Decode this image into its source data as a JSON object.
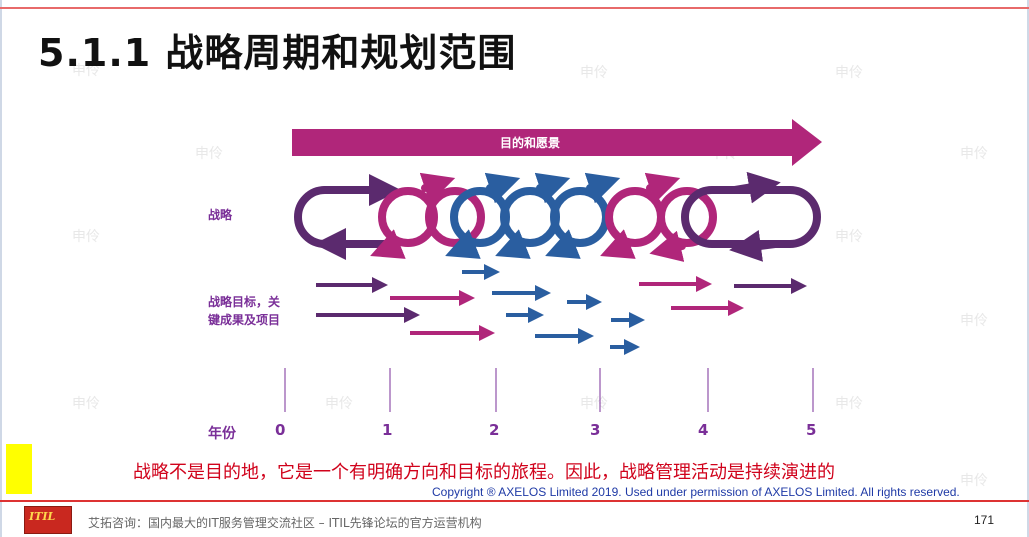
{
  "title": "5.1.1 战略周期和规划范围",
  "vision_label": "目的和愿景",
  "strategy_label": "战略",
  "objectives_label_line1": "战略目标，关",
  "objectives_label_line2": "键成果及项目",
  "year_label": "年份",
  "year_ticks": [
    "0",
    "1",
    "2",
    "3",
    "4",
    "5"
  ],
  "statement": "战略不是目的地，它是一个有明确方向和目标的旅程。因此，战略管理活动是持续演进的",
  "copyright": "Copyright ® AXELOS Limited 2019. Used under permission of AXELOS Limited. All rights reserved.",
  "footer": "艾拓咨询：国内最大的IT服务管理交流社区 – ITIL先锋论坛的官方运营机构",
  "page_number": "171",
  "logo_text": "ITIL",
  "watermark": "申伶",
  "colors": {
    "purple": "#5b2a6e",
    "magenta": "#b0267a",
    "blue": "#2a5ea0",
    "label_purple": "#7a2f98",
    "statement_red": "#d0021b",
    "copyright_blue": "#1f3aa6"
  }
}
